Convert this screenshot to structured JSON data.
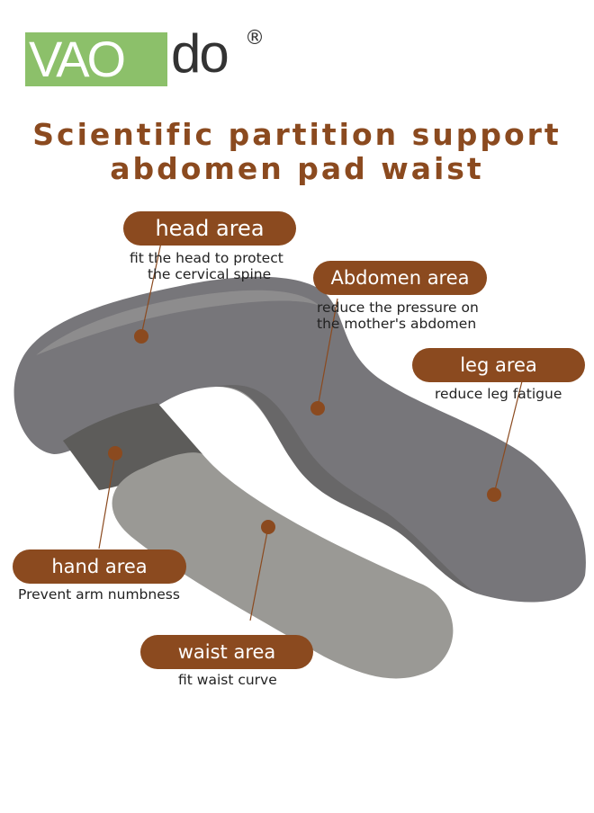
{
  "brand": {
    "logo_boxed_text": "VAO",
    "logo_tail_text": "do",
    "registered_mark": "®",
    "box_color": "#8cc06a"
  },
  "headline": {
    "line1": "Scientific partition support",
    "line2": "abdomen pad waist",
    "color": "#8b4a1f"
  },
  "callouts": {
    "head": {
      "label": "head area",
      "description_line1": "fit the head to protect",
      "description_line2": "the cervical spine"
    },
    "abdomen": {
      "label": "Abdomen area",
      "description_line1": "reduce the pressure on",
      "description_line2": "the mother's abdomen"
    },
    "leg": {
      "label": "leg area",
      "description": "reduce leg fatigue"
    },
    "hand": {
      "label": "hand area",
      "description": "Prevent arm numbness"
    },
    "waist": {
      "label": "waist area",
      "description": "fit waist curve"
    }
  },
  "colors": {
    "accent": "#8b4a1f",
    "pillow": "#7b7a77",
    "pillow_light": "#9c9b98"
  }
}
